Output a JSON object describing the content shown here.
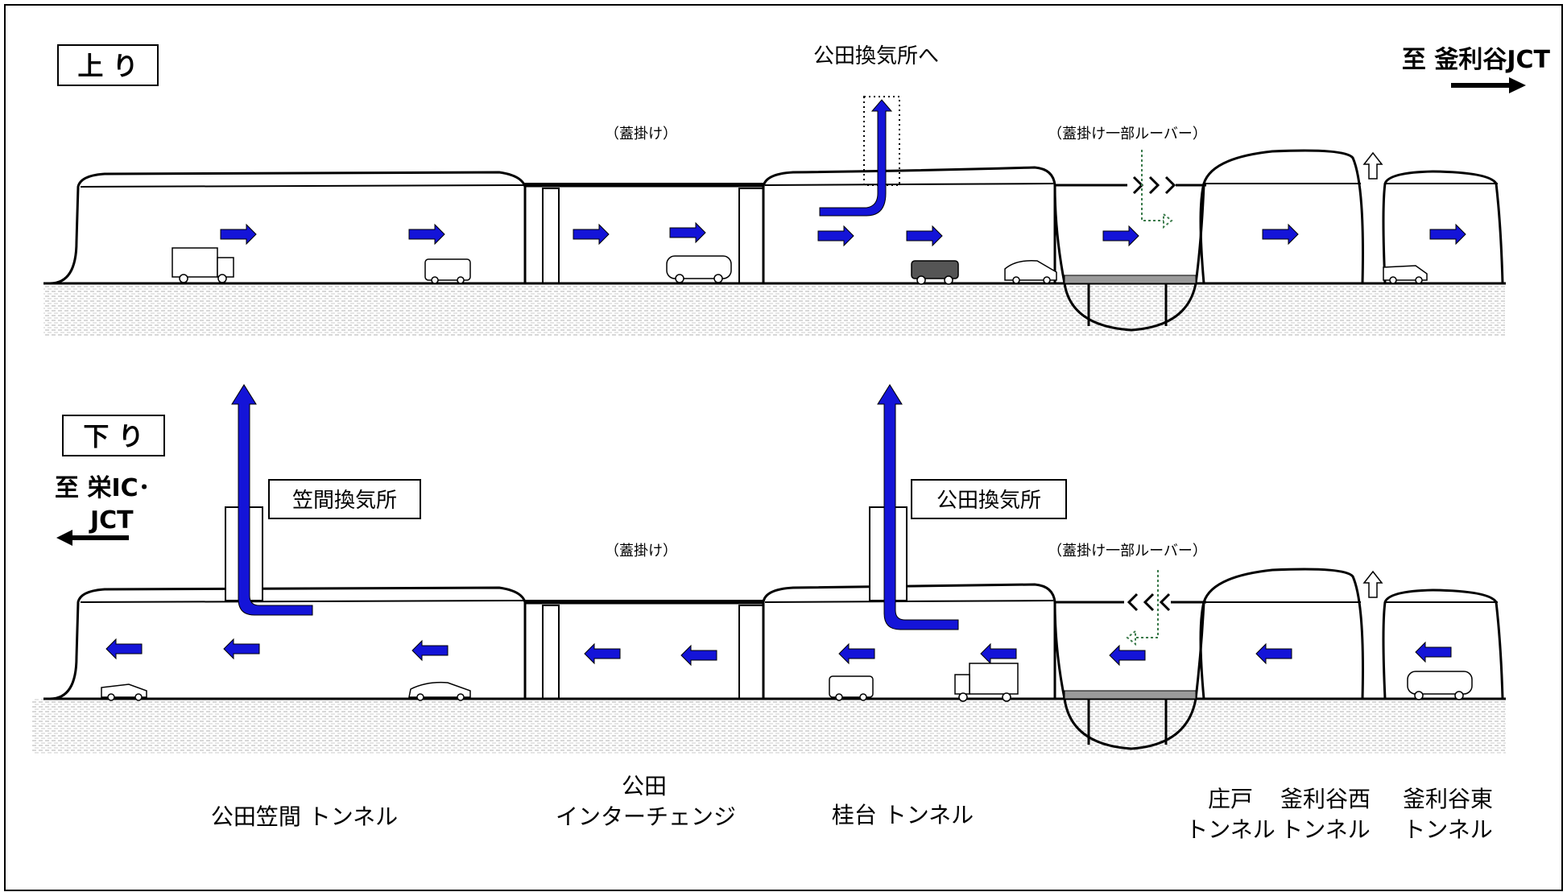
{
  "upper": {
    "direction_label": "上 り",
    "destination": "至 釜利谷JCT",
    "vent_note": "公田換気所へ",
    "cover_label": "（蓋掛け）",
    "louver_label": "（蓋掛け一部ルーバー）"
  },
  "lower": {
    "direction_label": "下 り",
    "destination_line1": "至 栄IC･",
    "destination_line2": "JCT",
    "vent_station_1": "笠間換気所",
    "vent_station_2": "公田換気所",
    "cover_label": "（蓋掛け）",
    "louver_label": "（蓋掛け一部ルーバー）"
  },
  "sections": [
    {
      "line1": "",
      "line2": "公田笠間 トンネル"
    },
    {
      "line1": "公田",
      "line2": "インターチェンジ"
    },
    {
      "line1": "",
      "line2": "桂台 トンネル"
    },
    {
      "line1": "庄戸",
      "line2": "トンネル"
    },
    {
      "line1": "釜利谷西",
      "line2": "トンネル"
    },
    {
      "line1": "釜利谷東",
      "line2": "トンネル"
    }
  ],
  "colors": {
    "air_arrow": "#1414d8",
    "line": "#000000",
    "ground_hatch": "#c8c8c8"
  },
  "icons": {
    "flow_arrow": "blue-flow-arrow-icon",
    "vehicle": "vehicle-icon",
    "up_arrow": "outline-up-arrow-icon"
  }
}
